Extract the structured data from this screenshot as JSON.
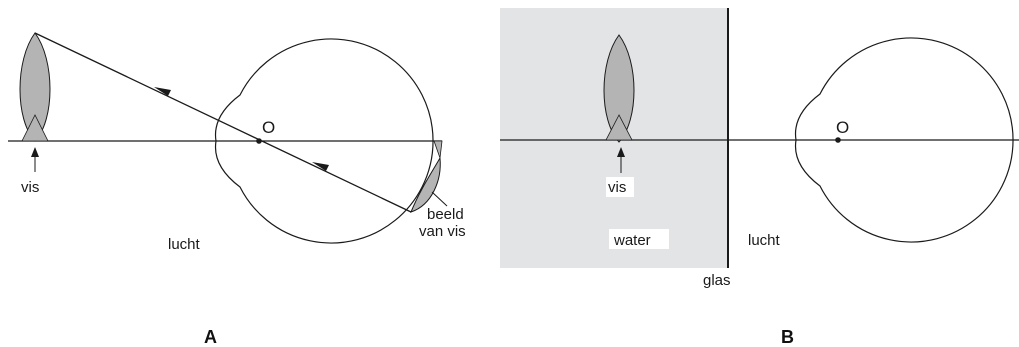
{
  "panel_a": {
    "label": "A",
    "fish_label": "vis",
    "medium_label": "lucht",
    "center_label": "O",
    "image_label_line1": "beeld",
    "image_label_line2": "van vis"
  },
  "panel_b": {
    "label": "B",
    "fish_label": "vis",
    "water_label": "water",
    "air_label": "lucht",
    "glass_label": "glas",
    "center_label": "O"
  },
  "colors": {
    "water_fill": "#e3e4e6",
    "fish_fill": "#b4b4b4",
    "line": "#1a1a1a"
  }
}
